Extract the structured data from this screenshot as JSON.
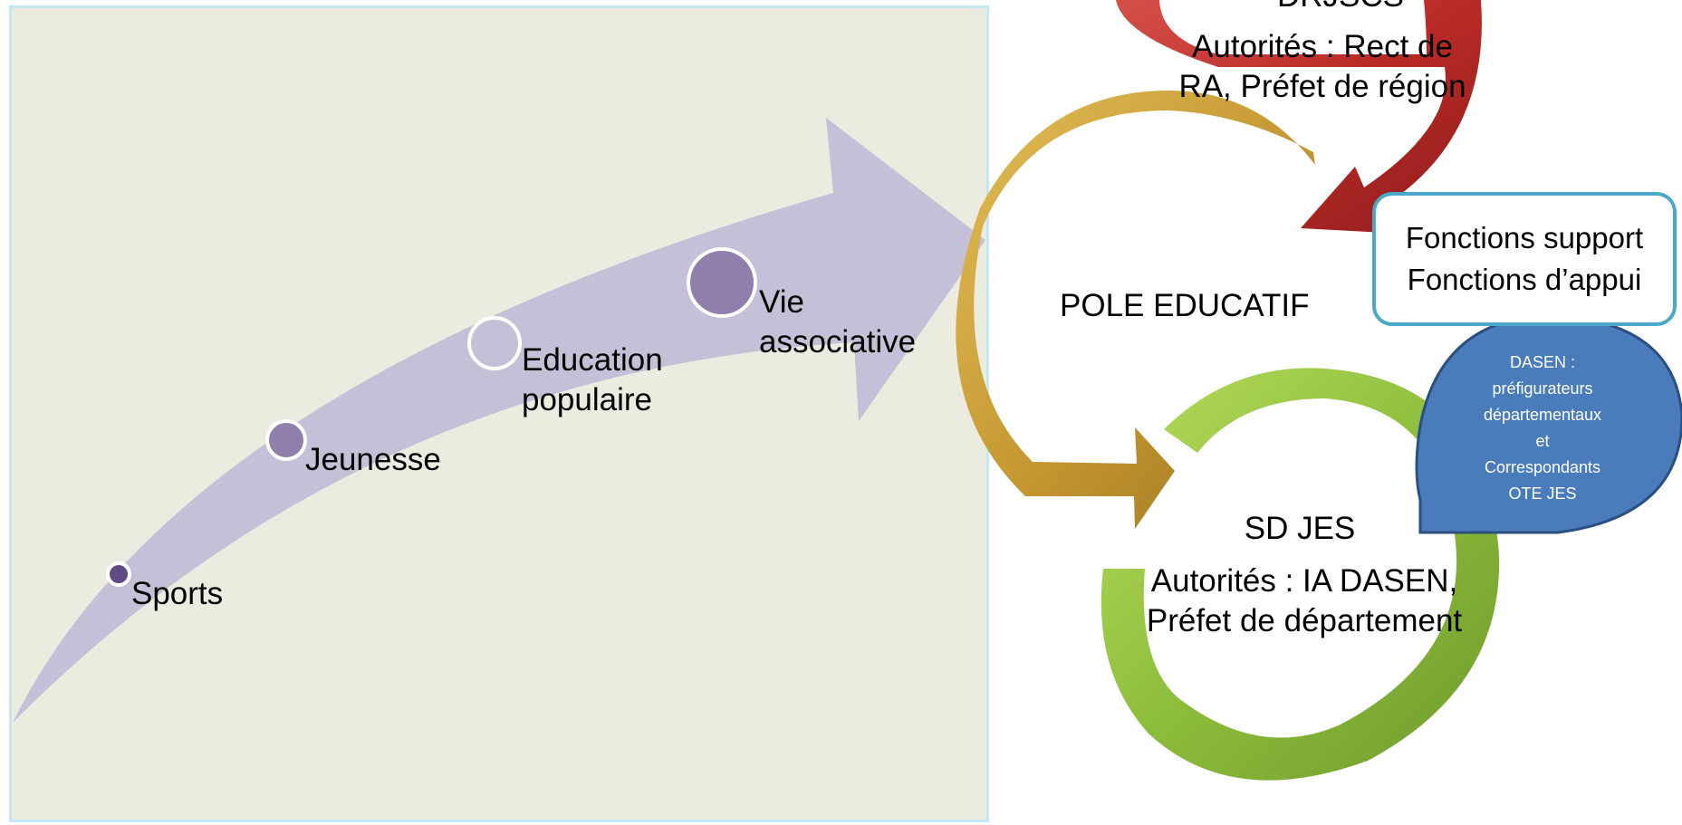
{
  "arrow_timeline": {
    "items": [
      {
        "label": "Sports"
      },
      {
        "label": "Jeunesse"
      },
      {
        "label": "Education populaire",
        "lines": [
          "Education",
          "populaire"
        ]
      },
      {
        "label": "Vie associative",
        "lines": [
          "Vie",
          "associative"
        ]
      }
    ]
  },
  "cycle": {
    "top_node": {
      "title": "DRJSCS",
      "authority_lines": [
        "Autorités : Rect de",
        "RA, Préfet de région"
      ]
    },
    "middle_node": {
      "title": "POLE EDUCATIF"
    },
    "bottom_node": {
      "title": "SD JES",
      "authority_lines": [
        "Autorités  : IA DASEN,",
        "Préfet de département"
      ]
    }
  },
  "support_box": {
    "lines": [
      "Fonctions support",
      "Fonctions d’appui"
    ]
  },
  "dasen_callout": {
    "lines": [
      "DASEN :",
      "préfigurateurs",
      "départementaux",
      "et",
      "Correspondants",
      "OTE JES"
    ]
  },
  "colors": {
    "panel_bg": "#ecebe0",
    "panel_border": "#c3e8f4",
    "big_arrow": "#c5bfd8",
    "bullet_fill": "#8e7fab",
    "bullet_dark": "#5f4b86",
    "red_arrow": "#c0312f",
    "gold_arrow": "#c69a34",
    "green_arrow": "#8dbd3c",
    "support_border": "#4aa8c8",
    "callout_fill": "#4a7cbc",
    "callout_border": "#2b4f80"
  }
}
